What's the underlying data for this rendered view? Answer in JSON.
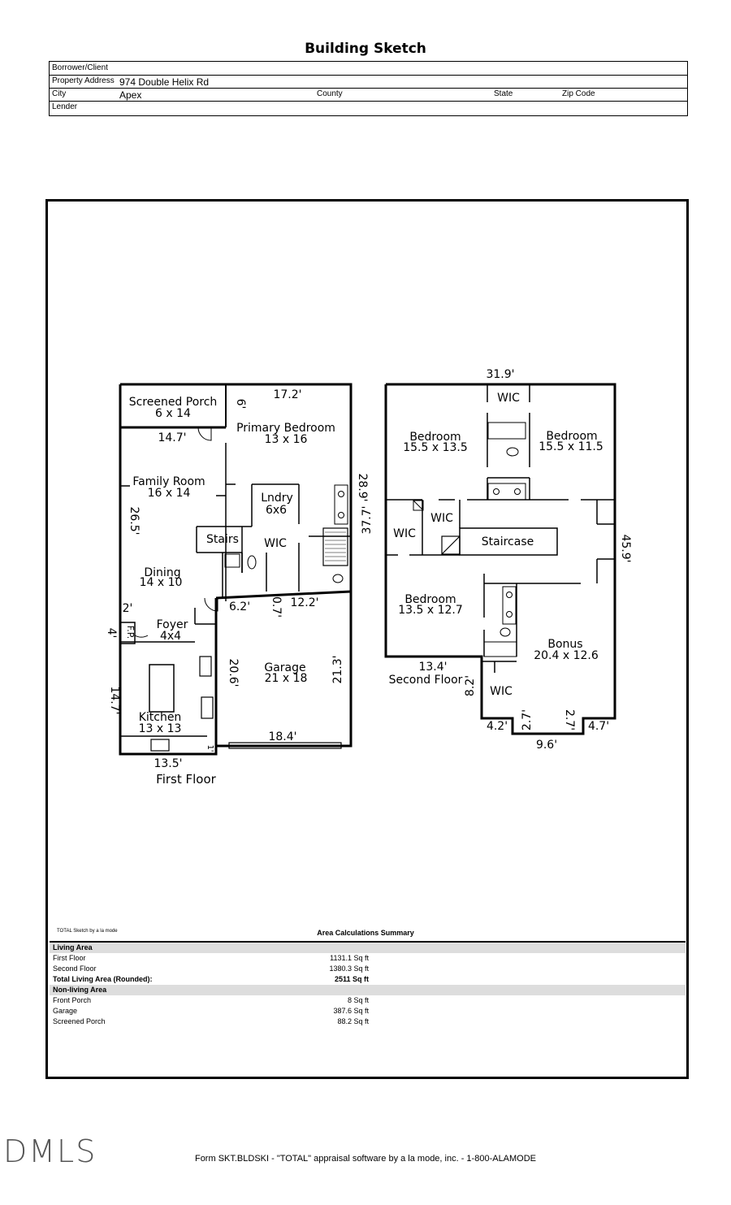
{
  "title": "Building Sketch",
  "header": {
    "borrower_label": "Borrower/Client",
    "address_label": "Property Address",
    "address": "974 Double Helix Rd",
    "city_label": "City",
    "city": "Apex",
    "county_label": "County",
    "state_label": "State",
    "zip_label": "Zip Code",
    "lender_label": "Lender"
  },
  "first_floor": {
    "label": "First Floor",
    "rooms": {
      "screened_porch": [
        "Screened Porch",
        "6 x 14"
      ],
      "primary_bedroom": [
        "Primary Bedroom",
        "13 x 16"
      ],
      "family_room": [
        "Family Room",
        "16 x 14"
      ],
      "laundry": [
        "Lndry",
        "6x6"
      ],
      "stairs": "Stairs",
      "wic": "WIC",
      "dining": [
        "Dining",
        "14 x 10"
      ],
      "foyer": [
        "Foyer",
        "4x4"
      ],
      "fp": "F.P.",
      "garage": [
        "Garage",
        "21 x 18"
      ],
      "kitchen": [
        "Kitchen",
        "13 x 13"
      ]
    },
    "dims": {
      "top": "17.2'",
      "porch_h": "6'",
      "porch_w": "14.7'",
      "left": "26.5'",
      "right": "28.9'",
      "fp_a": "2'",
      "fp_b": "4'",
      "kitchen_l": "14.7'",
      "bottom": "13.5'",
      "g1": "6.2'",
      "g2": "0.7'",
      "g3": "12.2'",
      "g4": "20.6'",
      "g5": "21.3'",
      "g6": "18.4'",
      "g7": "1'"
    }
  },
  "second_floor": {
    "label": "Second Floor",
    "rooms": {
      "wic_top": "WIC",
      "bedroom_a": [
        "Bedroom",
        "15.5 x 13.5"
      ],
      "bedroom_b": [
        "Bedroom",
        "15.5 x 11.5"
      ],
      "wic_mid": "WIC",
      "wic_left": "WIC",
      "staircase": "Staircase",
      "bedroom_c": [
        "Bedroom",
        "13.5 x 12.7"
      ],
      "bonus": [
        "Bonus",
        "20.4 x 12.6"
      ],
      "wic_bottom": "WIC"
    },
    "dims": {
      "top": "31.9'",
      "left": "37.7'",
      "right": "45.9'",
      "d1": "13.4'",
      "d2": "8.2'",
      "d3": "4.2'",
      "d4": "2.7'",
      "d5": "2.7'",
      "d6": "4.7'",
      "d7": "9.6'"
    }
  },
  "summary": {
    "credit": "TOTAL Sketch by a la mode",
    "title": "Area Calculations Summary",
    "living_label": "Living Area",
    "rows_living": [
      {
        "name": "First Floor",
        "value": "1131.1 Sq ft"
      },
      {
        "name": "Second Floor",
        "value": "1380.3 Sq ft"
      }
    ],
    "total_label": "Total Living Area (Rounded):",
    "total_value": "2511 Sq ft",
    "nonliving_label": "Non-living Area",
    "rows_nonliving": [
      {
        "name": "Front Porch",
        "value": "8 Sq ft"
      },
      {
        "name": "Garage",
        "value": "387.6 Sq ft"
      },
      {
        "name": "Screened Porch",
        "value": "88.2 Sq ft"
      }
    ]
  },
  "logo": "DMLS",
  "footer": "Form SKT.BLDSKI - \"TOTAL\" appraisal software by a la mode, inc. - 1-800-ALAMODE"
}
